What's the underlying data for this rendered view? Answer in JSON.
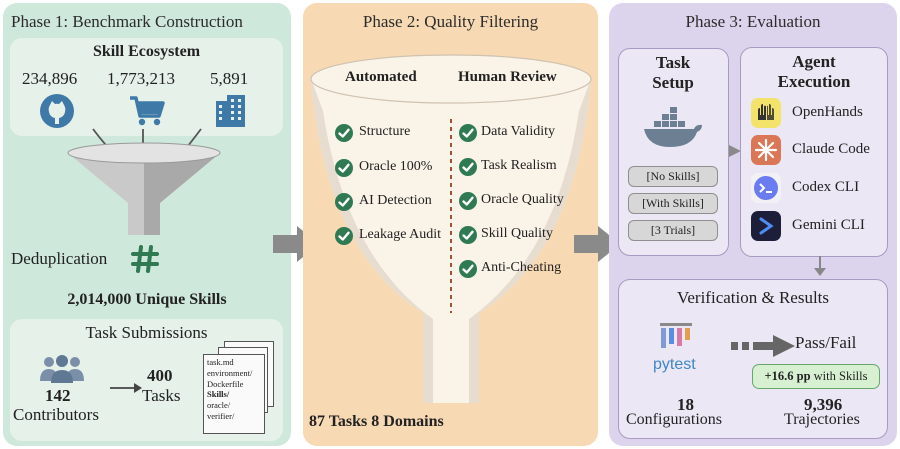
{
  "phase1": {
    "title": "Phase 1: Benchmark Construction",
    "ecosystem": {
      "title": "Skill Ecosystem",
      "sources": [
        {
          "count": "234,896",
          "icon": "github-icon"
        },
        {
          "count": "1,773,213",
          "icon": "shopping-cart-icon"
        },
        {
          "count": "5,891",
          "icon": "building-icon"
        }
      ]
    },
    "dedup_label": "Deduplication",
    "unique_skills": "2,014,000 Unique Skills",
    "submissions": {
      "title": "Task Submissions",
      "contributors_count": "142",
      "contributors_label": "Contributors",
      "tasks_count": "400",
      "tasks_label": "Tasks",
      "files": [
        "task.md",
        "environment/",
        "Dockerfile",
        "Skills/",
        "oracle/",
        "verifier/"
      ]
    }
  },
  "phase2": {
    "title": "Phase 2: Quality Filtering",
    "automated_title": "Automated",
    "human_title": "Human Review",
    "automated": [
      "Structure",
      "Oracle 100%",
      "AI Detection",
      "Leakage Audit"
    ],
    "human": [
      "Data Validity",
      "Task Realism",
      "Oracle Quality",
      "Skill Quality",
      "Anti-Cheating"
    ],
    "summary": "87 Tasks 8 Domains"
  },
  "phase3": {
    "title": "Phase 3: Evaluation",
    "task_setup": {
      "title_line1": "Task",
      "title_line2": "Setup",
      "options": [
        "[No Skills]",
        "[With Skills]",
        "[3 Trials]"
      ]
    },
    "agent_exec": {
      "title_line1": "Agent",
      "title_line2": "Execution",
      "agents": [
        "OpenHands",
        "Claude Code",
        "Codex CLI",
        "Gemini CLI"
      ]
    },
    "verification": {
      "title": "Verification & Results",
      "tool": "pytest",
      "result": "Pass/Fail",
      "gain_value": "+16.6 pp",
      "gain_text": "with Skills",
      "configs_count": "18",
      "configs_label": "Configurations",
      "traj_count": "9,396",
      "traj_label": "Trajectories"
    }
  },
  "colors": {
    "phase1_bg": "#cfe8dc",
    "phase2_bg": "#f7d9b4",
    "phase3_bg": "#dcd3ec",
    "check_green": "#2f7a52",
    "icon_blue": "#3f79a8"
  }
}
